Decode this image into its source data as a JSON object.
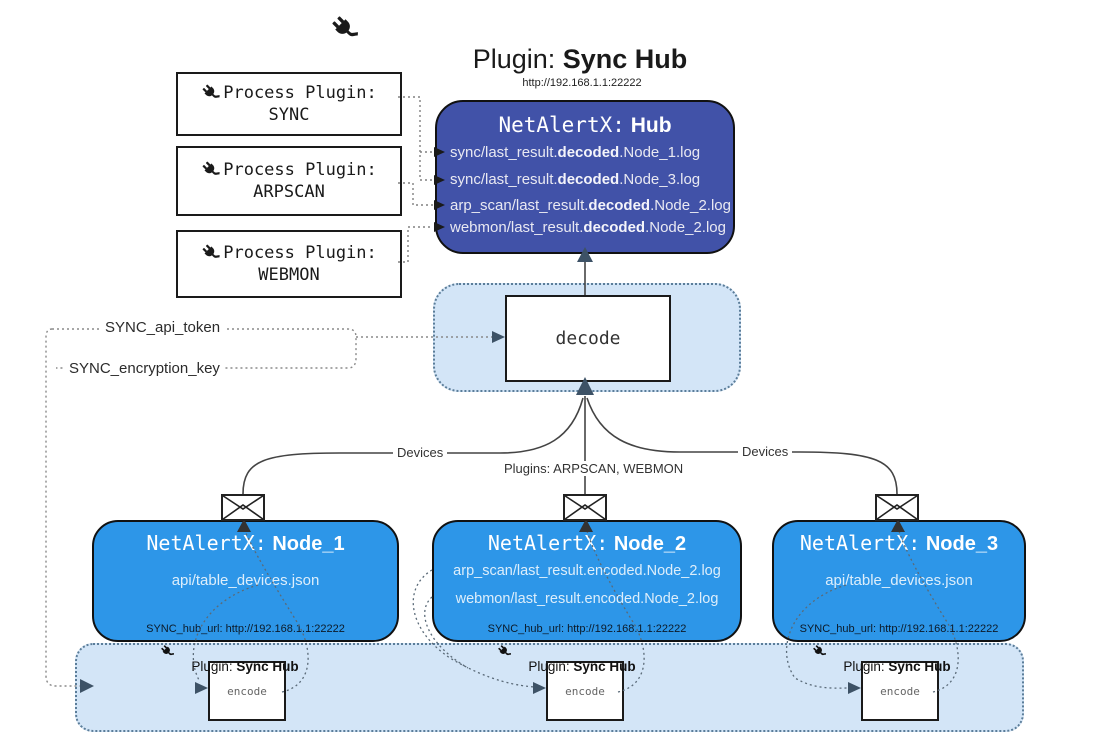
{
  "title": {
    "prefix": "Plugin:",
    "name": "Sync Hub"
  },
  "hub": {
    "url": "http://192.168.1.1:22222",
    "title_prefix": "NetAlertX:",
    "title_name": "Hub",
    "logs": [
      {
        "pre": "sync/last_result.",
        "bold": "decoded",
        "post": ".Node_1.log"
      },
      {
        "pre": "sync/last_result.",
        "bold": "decoded",
        "post": ".Node_3.log"
      },
      {
        "pre": "arp_scan/last_result.",
        "bold": "decoded",
        "post": ".Node_2.log"
      },
      {
        "pre": "webmon/last_result.",
        "bold": "decoded",
        "post": ".Node_2.log"
      }
    ]
  },
  "process_plugins": [
    {
      "label": "Process Plugin:",
      "name": "SYNC"
    },
    {
      "label": "Process Plugin:",
      "name": "ARPSCAN"
    },
    {
      "label": "Process Plugin:",
      "name": "WEBMON"
    }
  ],
  "decode": {
    "label": "decode"
  },
  "labels": {
    "api_token": "SYNC_api_token",
    "encryption_key": "SYNC_encryption_key",
    "devices_left": "Devices",
    "devices_right": "Devices",
    "plugins_middle": "Plugins: ARPSCAN, WEBMON"
  },
  "nodes": [
    {
      "title_prefix": "NetAlertX:",
      "title_name": "Node_1",
      "lines": [
        "api/table_devices.json"
      ],
      "footer": "SYNC_hub_url: http://192.168.1.1:22222"
    },
    {
      "title_prefix": "NetAlertX:",
      "title_name": "Node_2",
      "lines": [
        "arp_scan/last_result.encoded.Node_2.log",
        "webmon/last_result.encoded.Node_2.log"
      ],
      "footer": "SYNC_hub_url: http://192.168.1.1:22222"
    },
    {
      "title_prefix": "NetAlertX:",
      "title_name": "Node_3",
      "lines": [
        "api/table_devices.json"
      ],
      "footer": "SYNC_hub_url: http://192.168.1.1:22222"
    }
  ],
  "encoders": [
    {
      "label_prefix": "Plugin:",
      "label_name": "Sync Hub",
      "box_label": "encode"
    },
    {
      "label_prefix": "Plugin:",
      "label_name": "Sync Hub",
      "box_label": "encode"
    },
    {
      "label_prefix": "Plugin:",
      "label_name": "Sync Hub",
      "box_label": "encode"
    }
  ],
  "icons": {
    "plug": "plug-icon",
    "envelope": "envelope-icon"
  },
  "colors": {
    "hub_bg": "#4152a8",
    "node_bg": "#2d96e8",
    "band_bg": "#d3e5f7",
    "band_border": "#5b7d99",
    "line": "#444444",
    "dotted": "#808080",
    "arrow_dark": "#3d5266"
  }
}
